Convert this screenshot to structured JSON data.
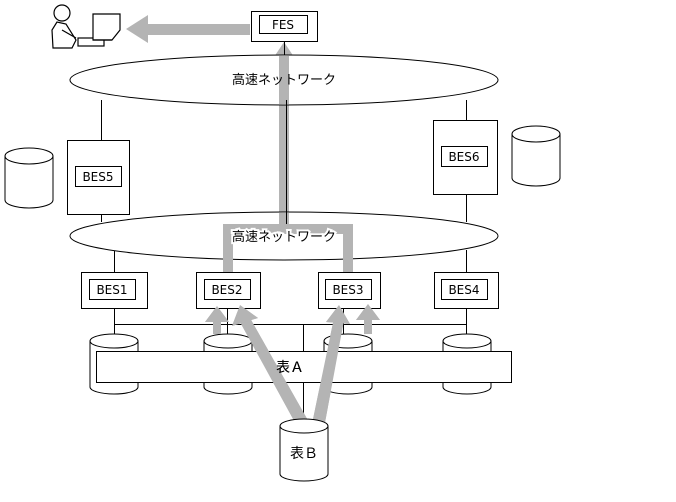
{
  "labels": {
    "fes": "FES",
    "network_top": "高速ネットワーク",
    "network_mid": "高速ネットワーク",
    "bes1": "BES1",
    "bes2": "BES2",
    "bes3": "BES3",
    "bes4": "BES4",
    "bes5": "BES5",
    "bes6": "BES6",
    "table_a": "表Ａ",
    "table_b": "表Ｂ"
  },
  "colors": {
    "arrow": "#b4b4b4",
    "line": "#000000",
    "fill": "#ffffff"
  },
  "icons": {
    "user": "user-at-terminal-icon"
  }
}
